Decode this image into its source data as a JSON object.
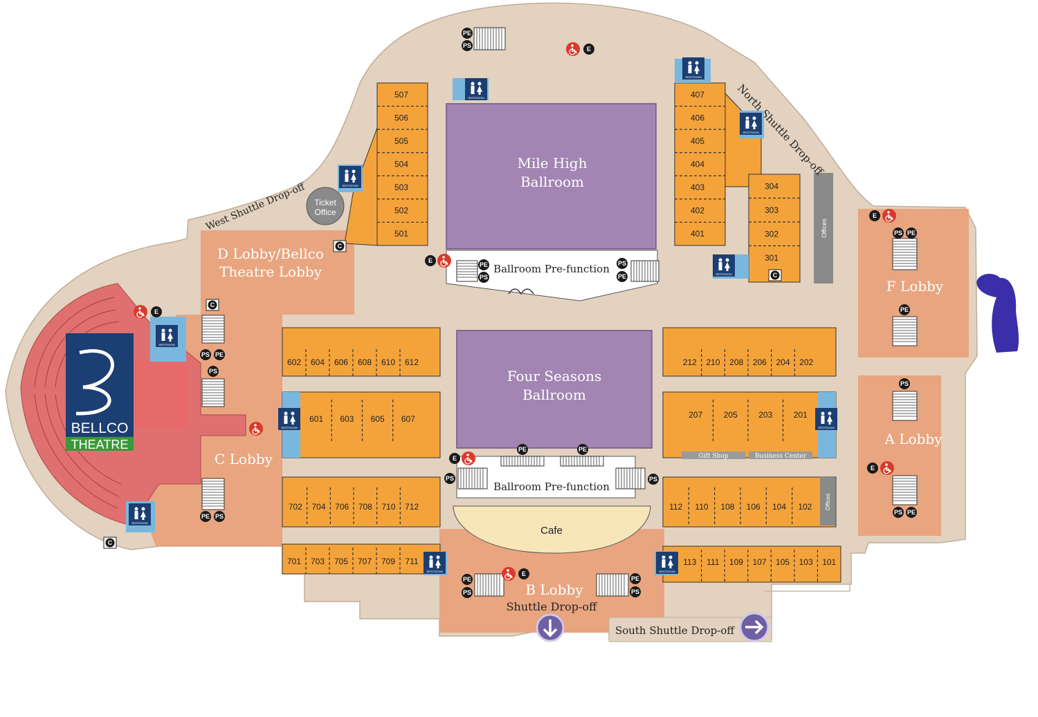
{
  "halls": {
    "mile_high": [
      "Mile High",
      "Ballroom"
    ],
    "four_seasons": [
      "Four Seasons",
      "Ballroom"
    ]
  },
  "lobbies": {
    "d_lobby": [
      "D Lobby/Bellco",
      "Theatre Lobby"
    ],
    "c_lobby": "C Lobby",
    "f_lobby": "F Lobby",
    "a_lobby": "A Lobby",
    "b_lobby": "B Lobby",
    "b_lobby_sub": "Shuttle Drop-off"
  },
  "labels": {
    "ballroom_prefunction": "Ballroom Pre-function",
    "cafe": "Cafe",
    "ticket_office": [
      "Ticket",
      "Office"
    ],
    "west_shuttle": "West Shuttle Drop-off",
    "north_shuttle": "North Shuttle Drop-off",
    "south_shuttle": "South Shuttle Drop-off",
    "offices": "Offices",
    "gift_shop": "Gift Shop",
    "business_center": "Business Center",
    "restroom": "RESTROOM",
    "theatre_logo_top": "BELLCO",
    "theatre_logo_bottom": "THEATRE"
  },
  "symbols": {
    "elevator": "E",
    "coat_check": "C",
    "pe": "PE",
    "ps": "PS"
  },
  "rooms": {
    "r500": [
      "507",
      "506",
      "505",
      "504",
      "503",
      "502",
      "501"
    ],
    "r400": [
      "407",
      "406",
      "405",
      "404",
      "403",
      "402",
      "401"
    ],
    "r300": [
      "304",
      "303",
      "302",
      "301"
    ],
    "r600_top": [
      "602",
      "604",
      "606",
      "608",
      "610",
      "612"
    ],
    "r600_mid": [
      "601",
      "603",
      "605",
      "607"
    ],
    "r700_top": [
      "702",
      "704",
      "706",
      "708",
      "710",
      "712"
    ],
    "r700_bottom": [
      "701",
      "703",
      "705",
      "707",
      "709",
      "711"
    ],
    "r200_top": [
      "212",
      "210",
      "208",
      "206",
      "204",
      "202"
    ],
    "r200_mid": [
      "207",
      "205",
      "203",
      "201"
    ],
    "r100_top": [
      "112",
      "110",
      "108",
      "106",
      "104",
      "102"
    ],
    "r100_bottom": [
      "113",
      "111",
      "109",
      "107",
      "105",
      "103",
      "101"
    ]
  },
  "colors": {
    "building": "#e2d2bf",
    "lobby": "#e8a57f",
    "meeting_room": "#f4a33b",
    "ballroom": "#a285b2",
    "theatre": "#e07070",
    "restroom": "#7ab7de",
    "badge": "#1a1a1a",
    "accessible": "#d93a2b",
    "logo_blue": "#1c3f73",
    "logo_green": "#3a9a3a",
    "arrow": "#6f5fa3",
    "bear": "#3a2fa8"
  }
}
